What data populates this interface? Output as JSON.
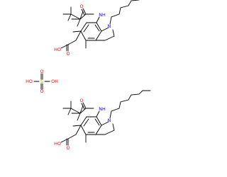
{
  "colors": {
    "bond": "#000000",
    "oxygen": "#ff0000",
    "nitrogen": "#0000ff",
    "sulfur": "#b8b800"
  },
  "molecule_top": {
    "nh": "NH",
    "n": "N",
    "o_amide": "O",
    "o_acid": "O",
    "oh_acid": "HO"
  },
  "sulfuric_acid": {
    "s": "S",
    "o_top": "O",
    "o_bottom": "O",
    "oh_left": "HO",
    "oh_right": "OH"
  },
  "molecule_bottom": {
    "nh": "NH",
    "n": "N",
    "o_amide": "O",
    "o_acid": "O",
    "oh_acid": "HO"
  }
}
